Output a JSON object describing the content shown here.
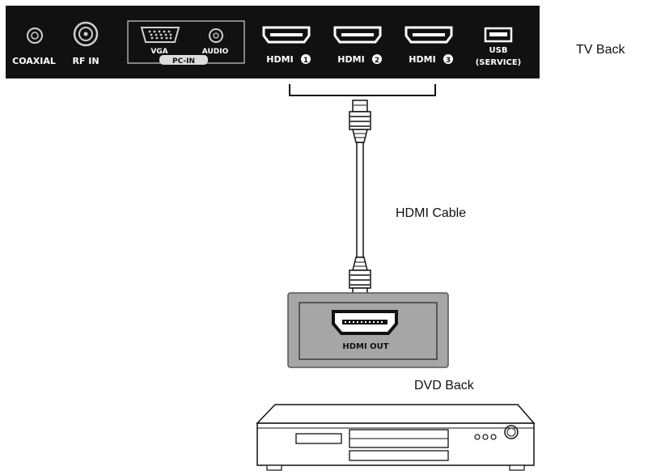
{
  "labels": {
    "tv_back": "TV Back",
    "hdmi_cable": "HDMI Cable",
    "dvd_back": "DVD Back"
  },
  "tv_panel": {
    "coaxial": "COAXIAL",
    "rf_in": "RF IN",
    "vga": "VGA",
    "audio": "AUDIO",
    "pc_in": "PC-IN",
    "hdmi1": "HDMI",
    "hdmi1_num": "1",
    "hdmi2": "HDMI",
    "hdmi2_num": "2",
    "hdmi3": "HDMI",
    "hdmi3_num": "3",
    "usb": "USB",
    "service": "(SERVICE)"
  },
  "dvd_panel": {
    "hdmi_out": "HDMI OUT"
  },
  "colors": {
    "panel_black": "#111111",
    "dvd_panel_gray": "#a6a6a6"
  }
}
